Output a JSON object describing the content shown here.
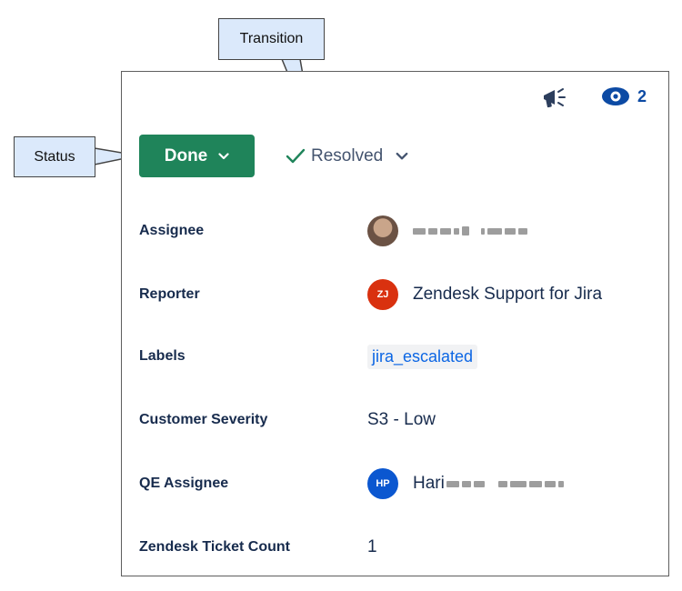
{
  "callouts": {
    "status": "Status",
    "transition": "Transition"
  },
  "header": {
    "watch_count": "2"
  },
  "status": {
    "label": "Done",
    "color": "#1f845a"
  },
  "resolution": {
    "label": "Resolved"
  },
  "fields": {
    "assignee": {
      "label": "Assignee"
    },
    "reporter": {
      "label": "Reporter",
      "avatar_initials": "ZJ",
      "value": "Zendesk Support for Jira"
    },
    "labels": {
      "label": "Labels",
      "tag": "jira_escalated"
    },
    "customer_severity": {
      "label": "Customer Severity",
      "value": "S3 - Low"
    },
    "qe_assignee": {
      "label": "QE Assignee",
      "avatar_initials": "HP",
      "value_visible": "Hari"
    },
    "ticket_count": {
      "label": "Zendesk Ticket Count",
      "value": "1"
    }
  }
}
